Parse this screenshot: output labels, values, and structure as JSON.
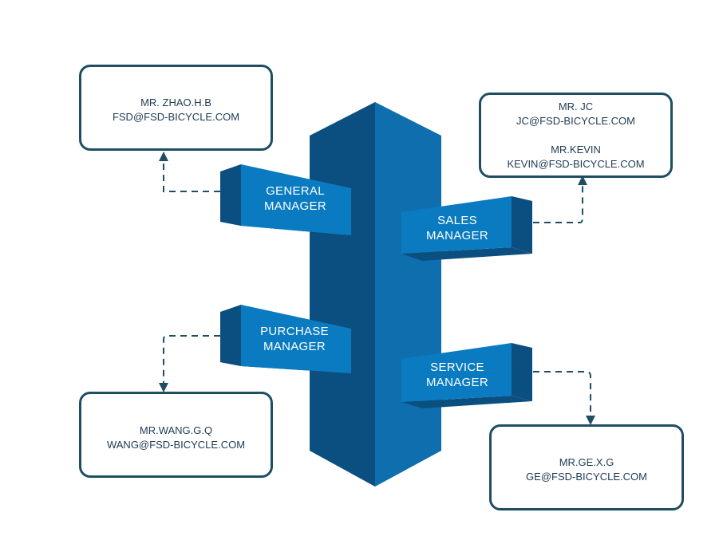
{
  "colors": {
    "card_border": "#1f4e63",
    "connector": "#1f4e63",
    "tower_front": "#0f6fae",
    "tower_side": "#0b4f80",
    "bar_front": "#0a7bc1",
    "bar_side": "#0b4f80"
  },
  "managers": {
    "general": {
      "line1": "GENERAL",
      "line2": "MANAGER"
    },
    "sales": {
      "line1": "SALES",
      "line2": "MANAGER"
    },
    "purchase": {
      "line1": "PURCHASE",
      "line2": "MANAGER"
    },
    "service": {
      "line1": "SERVICE",
      "line2": "MANAGER"
    }
  },
  "contacts": {
    "general": {
      "name": "MR. ZHAO.H.B",
      "email": "FSD@FSD-BICYCLE.COM"
    },
    "sales": [
      {
        "name": "MR. JC",
        "email": "JC@FSD-BICYCLE.COM"
      },
      {
        "name": "MR.KEVIN",
        "email": "KEVIN@FSD-BICYCLE.COM"
      }
    ],
    "purchase": {
      "name": "MR.WANG.G.Q",
      "email": "WANG@FSD-BICYCLE.COM"
    },
    "service": {
      "name": "MR.GE.X.G",
      "email": "GE@FSD-BICYCLE.COM"
    }
  }
}
